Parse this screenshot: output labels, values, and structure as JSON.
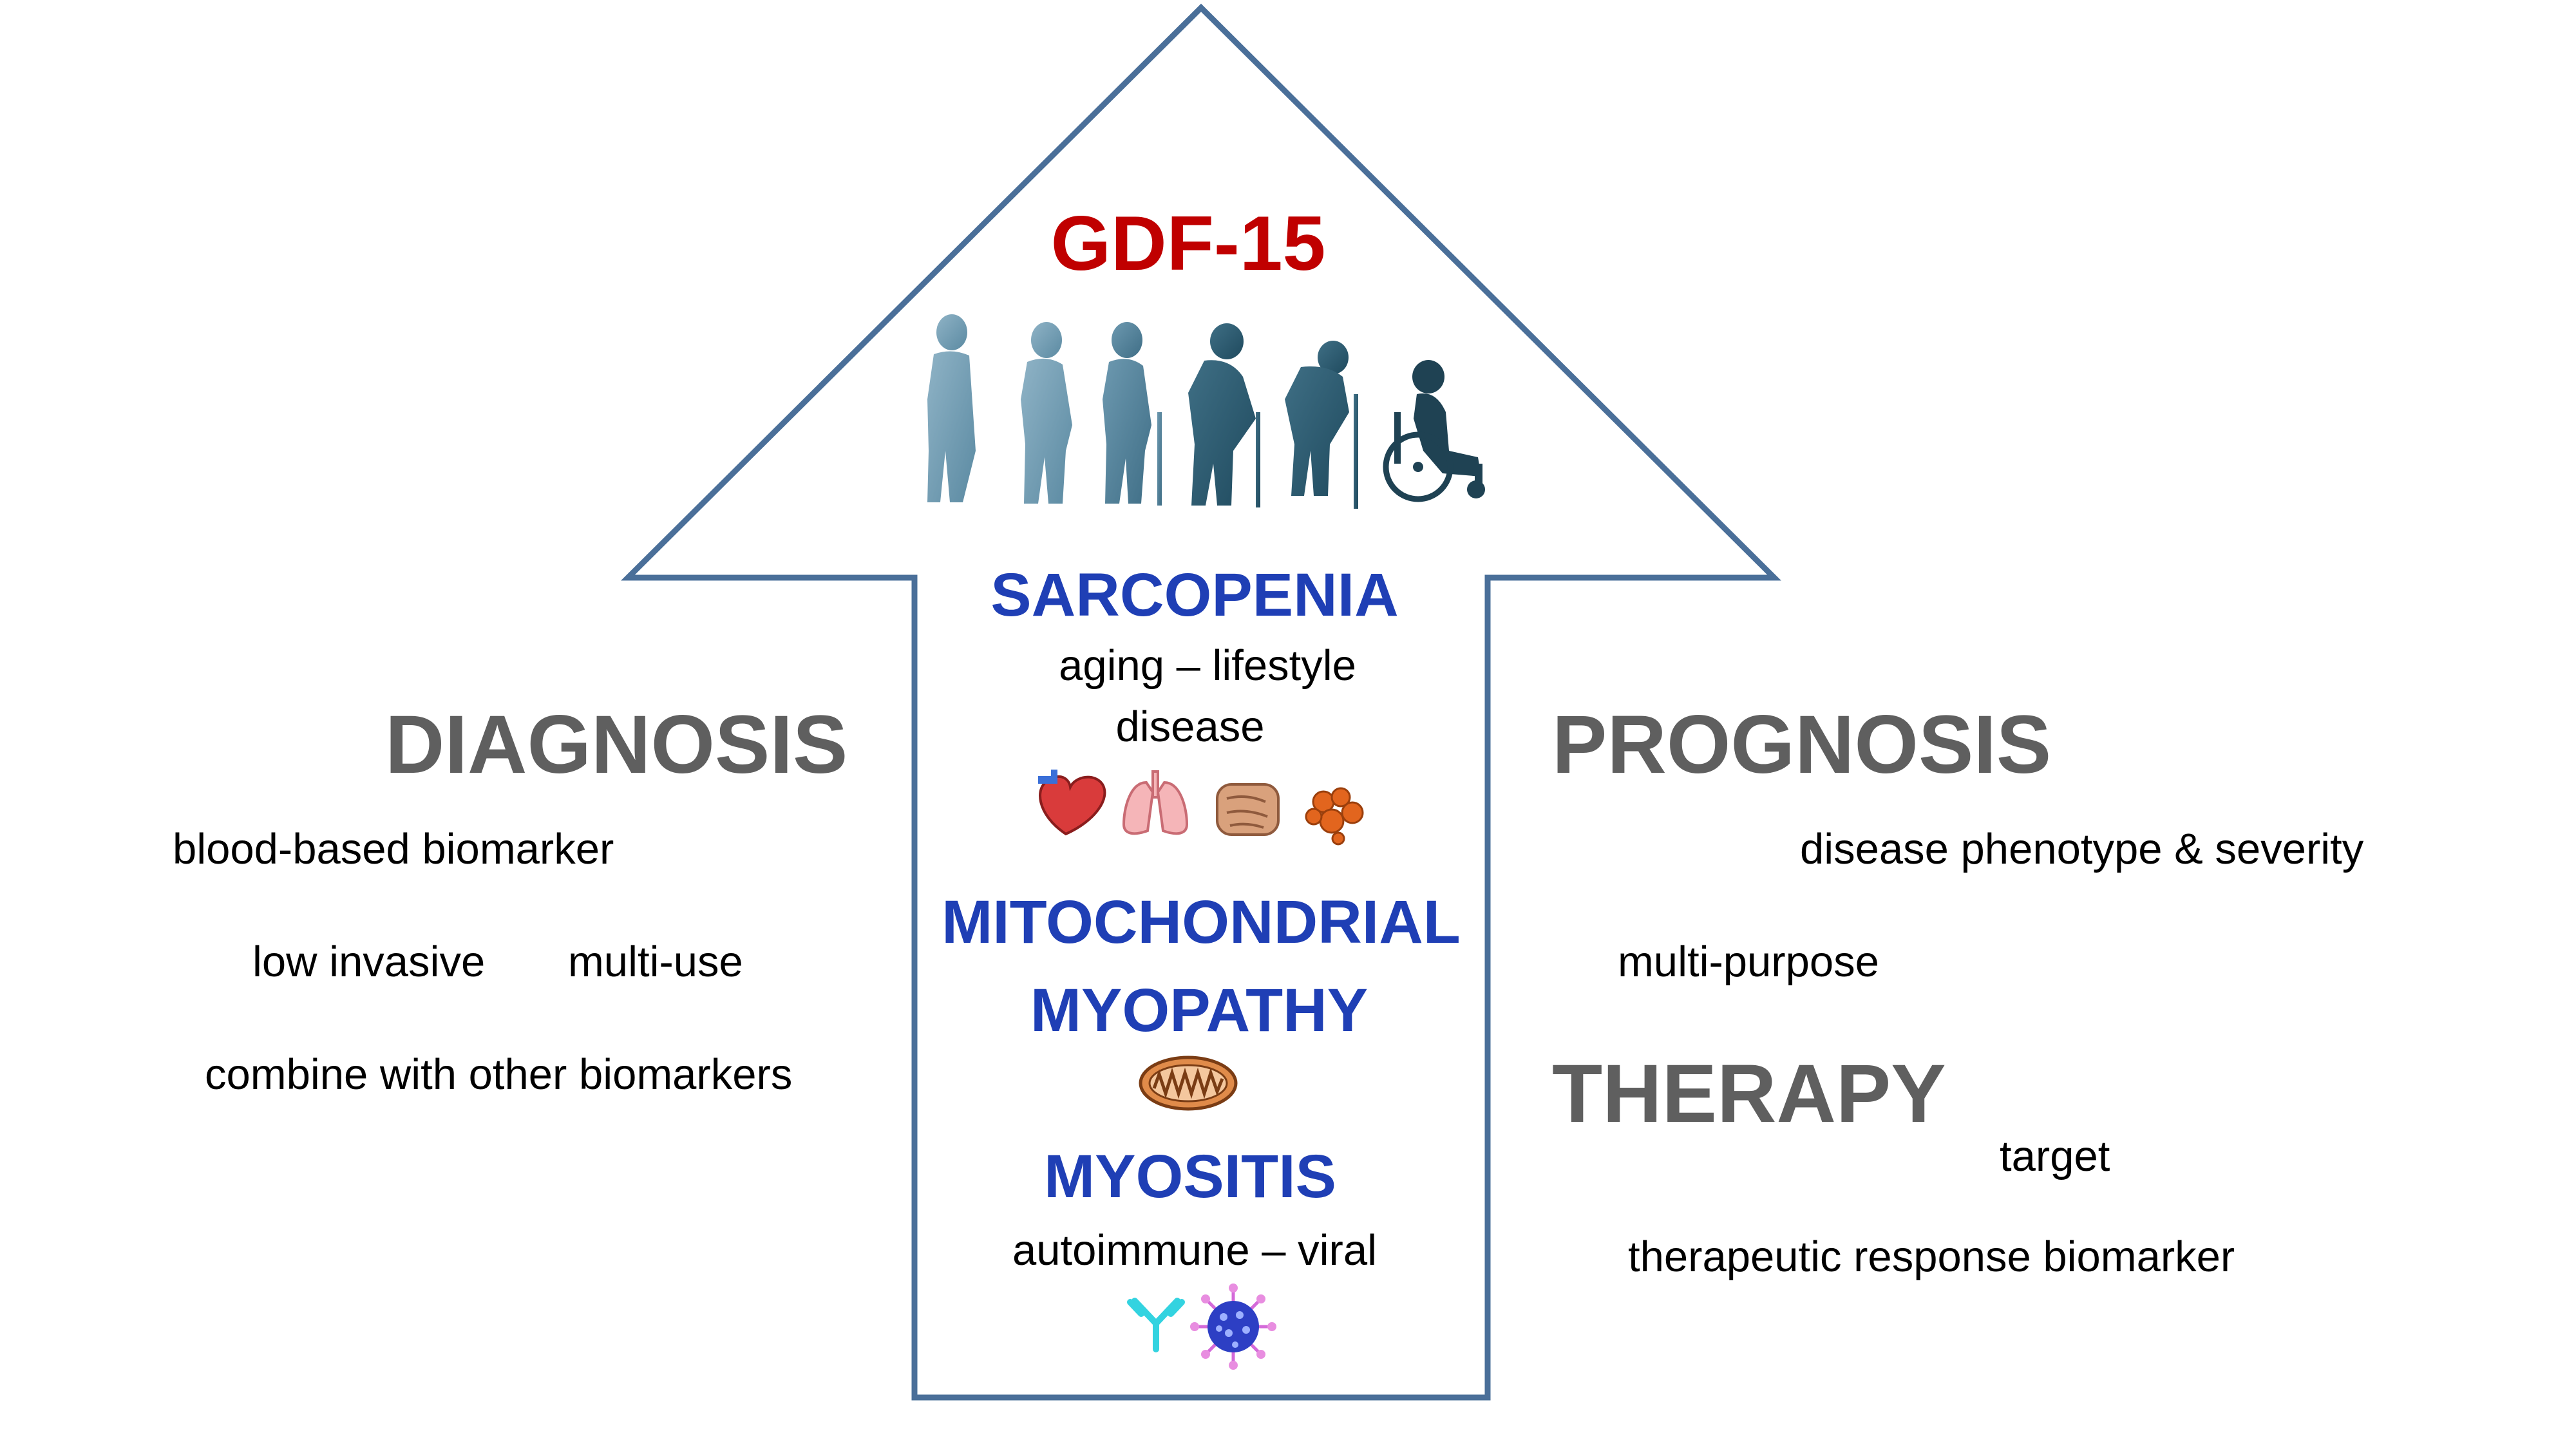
{
  "title": "GDF-15",
  "left": {
    "heading": "DIAGNOSIS",
    "items": [
      "blood-based biomarker",
      "low invasive",
      "multi-use",
      "combine with other biomarkers"
    ]
  },
  "right": {
    "heading1": "PROGNOSIS",
    "items1": [
      "disease phenotype & severity",
      "multi-purpose"
    ],
    "heading2": "THERAPY",
    "items2": [
      "target",
      "therapeutic response biomarker"
    ]
  },
  "center": {
    "sarcopenia": "SARCOPENIA",
    "sarcopenia_sub1": "aging – lifestyle",
    "sarcopenia_sub2": "disease",
    "mito1": "MITOCHONDRIAL",
    "mito2": "MYOPATHY",
    "myositis": "MYOSITIS",
    "myositis_sub": "autoimmune – viral"
  },
  "icons": [
    "aging-progression-icon",
    "heart-icon",
    "lungs-icon",
    "intestine-icon",
    "liver-icon",
    "mitochondrion-icon",
    "antibody-icon",
    "virus-icon"
  ],
  "colors": {
    "arrow_outline": "#4a6f99",
    "title": "#c00000",
    "center_headings": "#1f3fb5",
    "side_headings": "#5f5f5f"
  }
}
